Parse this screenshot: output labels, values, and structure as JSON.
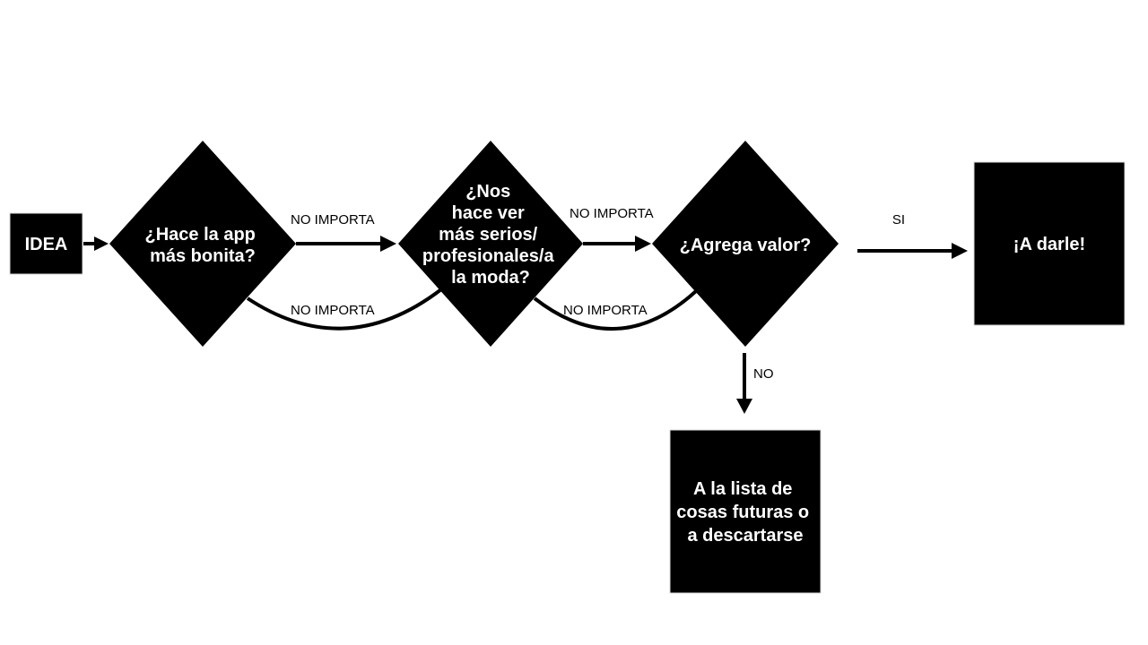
{
  "nodes": {
    "idea": {
      "label": "IDEA"
    },
    "q1": {
      "lines": [
        "¿Hace la app",
        "más bonita?"
      ]
    },
    "q2": {
      "lines": [
        "¿Nos",
        "hace ver",
        "más serios/",
        "profesionales/a",
        "la moda?"
      ]
    },
    "q3": {
      "label": "¿Agrega valor?"
    },
    "go": {
      "label": "¡A darle!"
    },
    "later": {
      "lines": [
        "A la lista de",
        "cosas futuras o",
        "a descartarse"
      ]
    }
  },
  "edges": {
    "q1_to_q2_top": "NO IMPORTA",
    "q1_to_q2_bottom": "NO IMPORTA",
    "q2_to_q3_top": "NO IMPORTA",
    "q2_to_q3_bottom": "NO IMPORTA",
    "q3_to_go": "SI",
    "q3_to_later": "NO"
  },
  "colors": {
    "shape_fill": "#000000",
    "text_on_shape": "#ffffff",
    "edge": "#000000",
    "background": "#ffffff"
  }
}
